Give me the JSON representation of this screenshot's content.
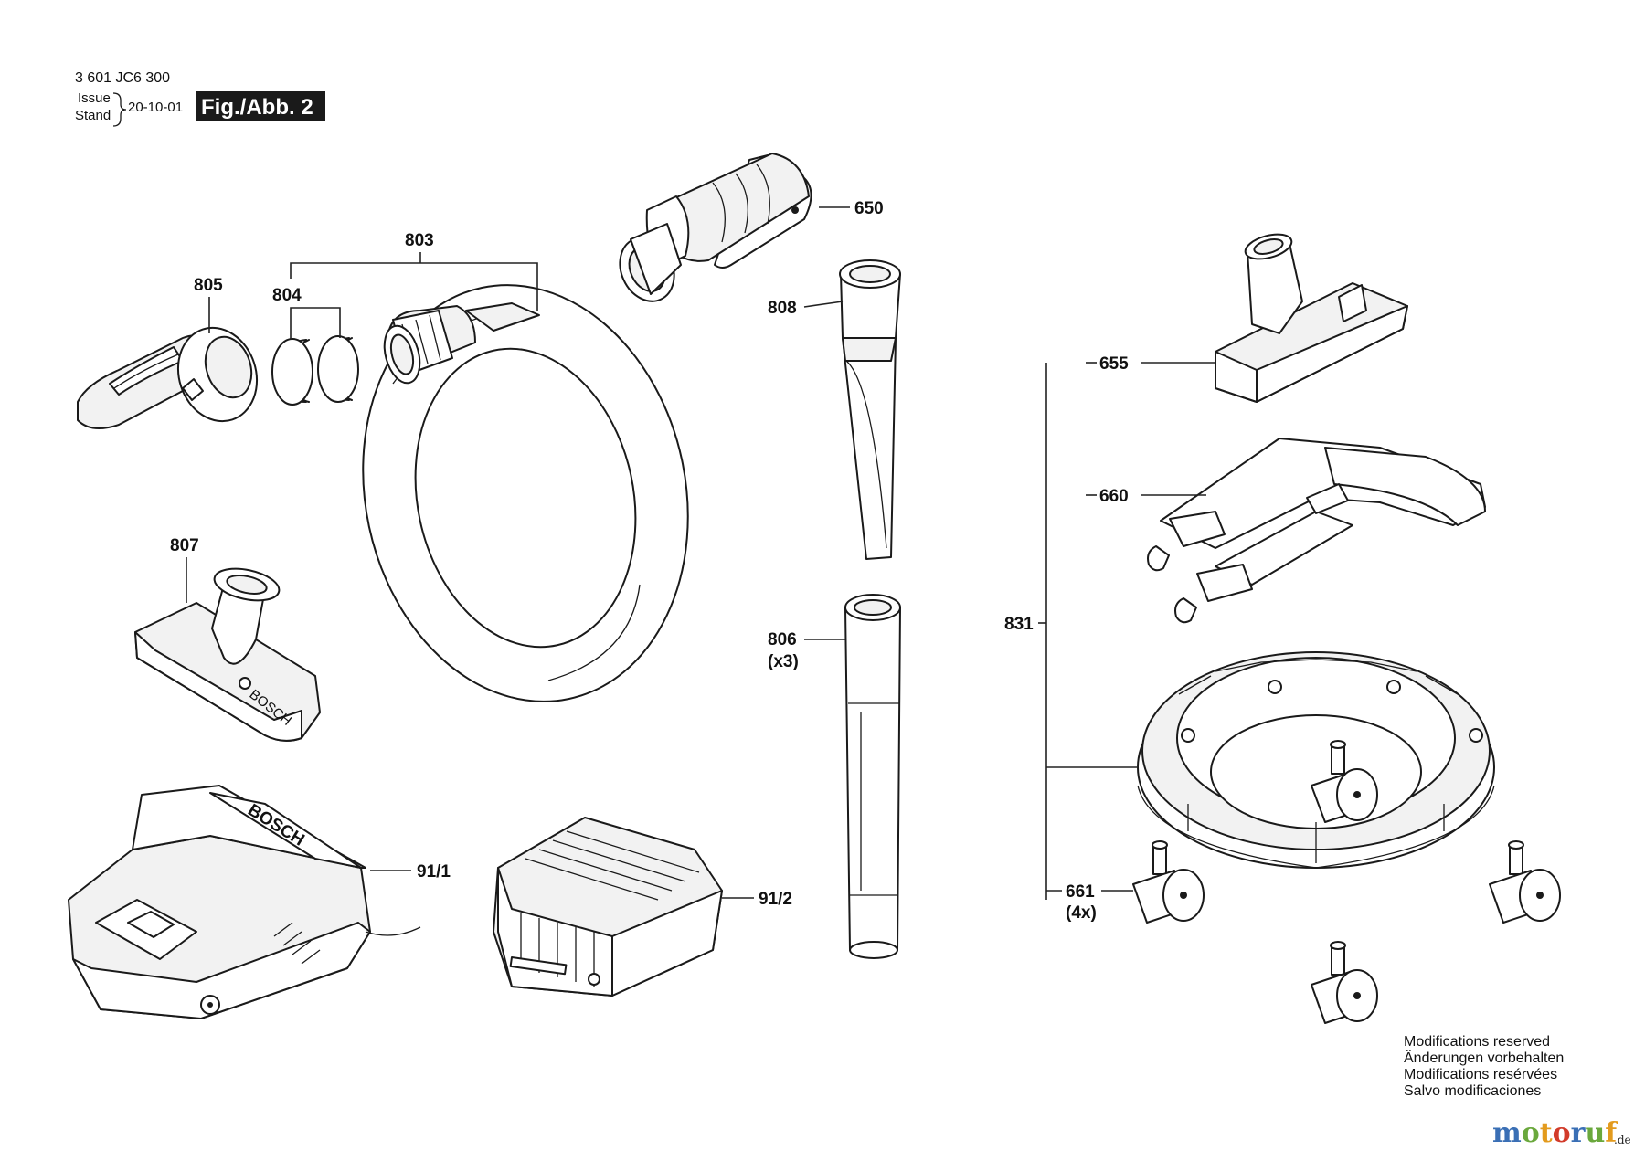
{
  "header": {
    "doc_number": "3 601 JC6 300",
    "issue_label": "Issue",
    "stand_label": "Stand",
    "date": "20-10-01",
    "figure_label": "Fig./Abb. 2"
  },
  "callouts": {
    "p650": "650",
    "p803": "803",
    "p805": "805",
    "p804": "804",
    "p808": "808",
    "p807": "807",
    "p806": "806",
    "p806_qty": "(x3)",
    "p655": "655",
    "p660": "660",
    "p831": "831",
    "p661": "661",
    "p661_qty": "(4x)",
    "p91_1": "91/1",
    "p91_2": "91/2"
  },
  "notes": [
    "Modifications reserved",
    "Änderungen vorbehalten",
    "Modifications resérvées",
    "Salvo modificaciones"
  ],
  "product_marking": "BOSCH",
  "watermark": {
    "brand": "motoruf",
    "suffix": ".de",
    "colors": [
      "#3a6fb5",
      "#6aa83c",
      "#e39b1e",
      "#d23b2a"
    ]
  }
}
